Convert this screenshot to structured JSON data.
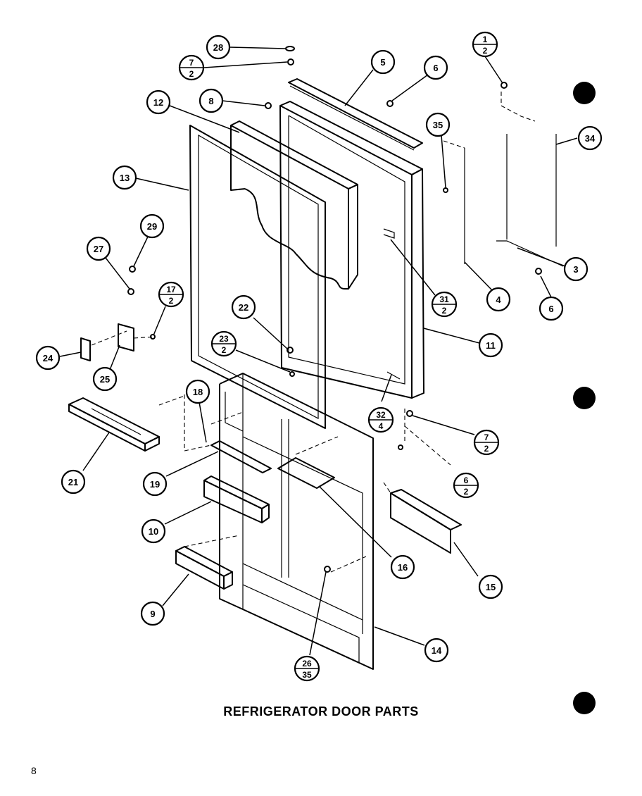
{
  "caption": "REFRIGERATOR DOOR PARTS",
  "page_number": "8",
  "callouts": [
    {
      "label": "28"
    },
    {
      "top": "7",
      "bottom": "2"
    },
    {
      "label": "5"
    },
    {
      "label": "6"
    },
    {
      "top": "1",
      "bottom": "2"
    },
    {
      "label": "12"
    },
    {
      "label": "8"
    },
    {
      "label": "35"
    },
    {
      "label": "34"
    },
    {
      "label": "13"
    },
    {
      "label": "29"
    },
    {
      "label": "27"
    },
    {
      "top": "17",
      "bottom": "2"
    },
    {
      "label": "22"
    },
    {
      "top": "31",
      "bottom": "2"
    },
    {
      "label": "4"
    },
    {
      "label": "3"
    },
    {
      "label": "6"
    },
    {
      "top": "23",
      "bottom": "2"
    },
    {
      "label": "11"
    },
    {
      "label": "24"
    },
    {
      "label": "25"
    },
    {
      "label": "18"
    },
    {
      "top": "32",
      "bottom": "4"
    },
    {
      "top": "7",
      "bottom": "2"
    },
    {
      "label": "21"
    },
    {
      "label": "19"
    },
    {
      "top": "6",
      "bottom": "2"
    },
    {
      "label": "10"
    },
    {
      "label": "16"
    },
    {
      "label": "15"
    },
    {
      "label": "9"
    },
    {
      "label": "14"
    },
    {
      "top": "26",
      "bottom": "35"
    }
  ]
}
